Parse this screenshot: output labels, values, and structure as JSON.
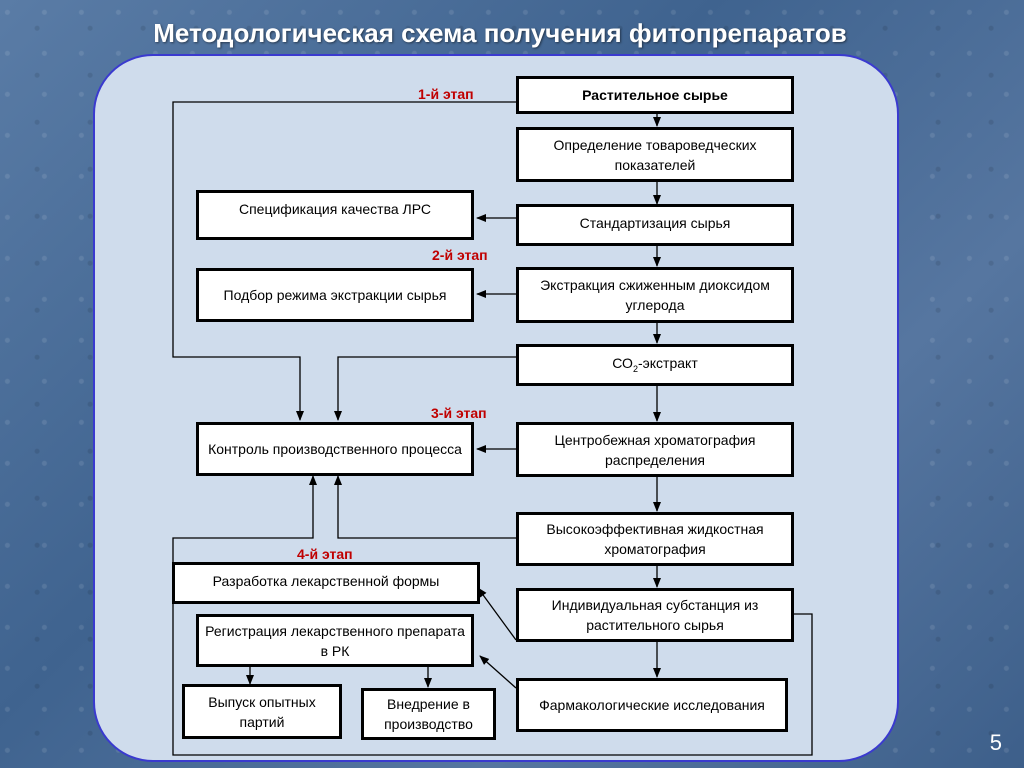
{
  "title": "Методологическая схема получения фитопрепаратов",
  "page_number": "5",
  "stages": {
    "s1": "1-й этап",
    "s2": "2-й этап",
    "s3": "3-й этап",
    "s4": "4-й этап"
  },
  "boxes": {
    "raw": "Растительное сырье",
    "indicators": "Определение товароведческих показателей",
    "standard": "Стандартизация сырья",
    "spec": "Спецификация качества ЛРС",
    "extraction": "Экстракция сжиженным диоксидом углерода",
    "mode": "Подбор режима экстракции сырья",
    "co2_prefix": "СО",
    "co2_sub": "2",
    "co2_suffix": "-экстракт",
    "centrifugal": "Центробежная хроматография распределения",
    "control": "Контроль производственного процесса",
    "hplc": "Высокоэффективная жидкостная хроматография",
    "dosage": "Разработка лекарственной формы",
    "substance": "Индивидуальная субстанция из растительного сырья",
    "registration": "Регистрация лекарственного препарата в РК",
    "pharma": "Фармакологические исследования",
    "pilot": "Выпуск опытных партий",
    "production": "Внедрение в производство"
  }
}
